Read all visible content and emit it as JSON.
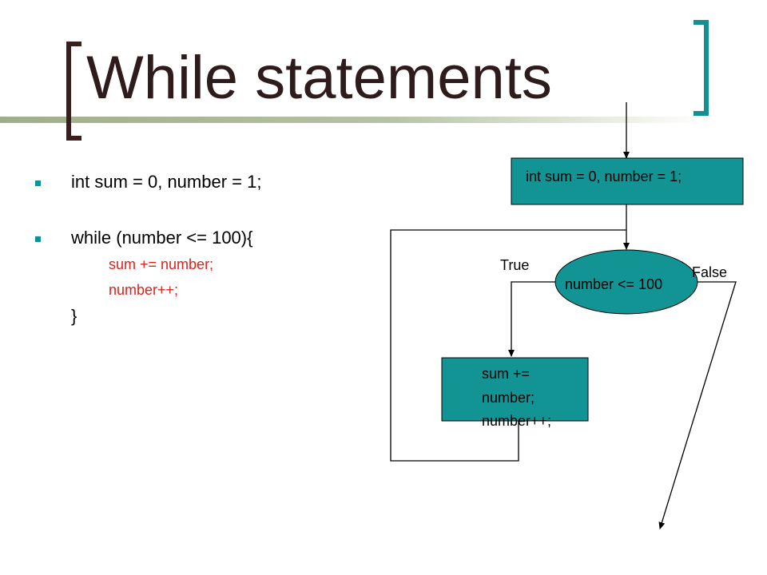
{
  "slide": {
    "title": "While statements",
    "colors": {
      "accent_teal": "#158f96",
      "box_fill": "#139494",
      "title_color": "#2e1b1b",
      "red_text": "#d9241c",
      "bracket_dark": "#3a1f1f"
    }
  },
  "code": {
    "line1": "int sum = 0, number = 1;",
    "line2": "while (number <= 100){",
    "body1": "sum += number;",
    "body2": "number++;",
    "close": "}"
  },
  "flowchart": {
    "init_box": "int sum = 0, number = 1;",
    "condition": "number <= 100",
    "true_label": "True",
    "false_label": "False",
    "body_line1": "sum +=",
    "body_line2": "number;",
    "body_line3": "number++;"
  }
}
